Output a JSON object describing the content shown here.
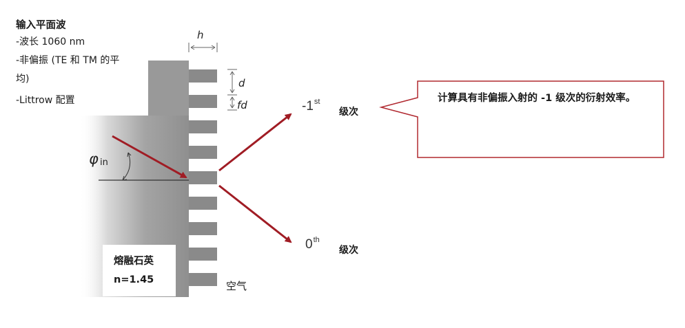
{
  "info": {
    "title": "输入平面波",
    "lines": [
      "-波长 1060 nm",
      "-非偏振 (TE 和 TM 的平",
      "均)",
      "-Littrow 配置"
    ]
  },
  "material": {
    "name": "熔融石英",
    "index": "n=1.45"
  },
  "medium": "空气",
  "dims": {
    "h": "h",
    "d": "d",
    "fd": "fd"
  },
  "angle": {
    "symbol": "φ",
    "sub": "in"
  },
  "orders": {
    "minus_first": {
      "num": "-1",
      "sup": "st",
      "word": "级次"
    },
    "zeroth": {
      "num": "0",
      "sup": "th",
      "word": "级次"
    }
  },
  "callout": {
    "text": "计算具有非偏振入射的 -1 级次的衍射效率。"
  },
  "colors": {
    "arrow": "#a01c24",
    "callout_border": "#b0282f",
    "grating_tooth": "#8a8a8a"
  }
}
